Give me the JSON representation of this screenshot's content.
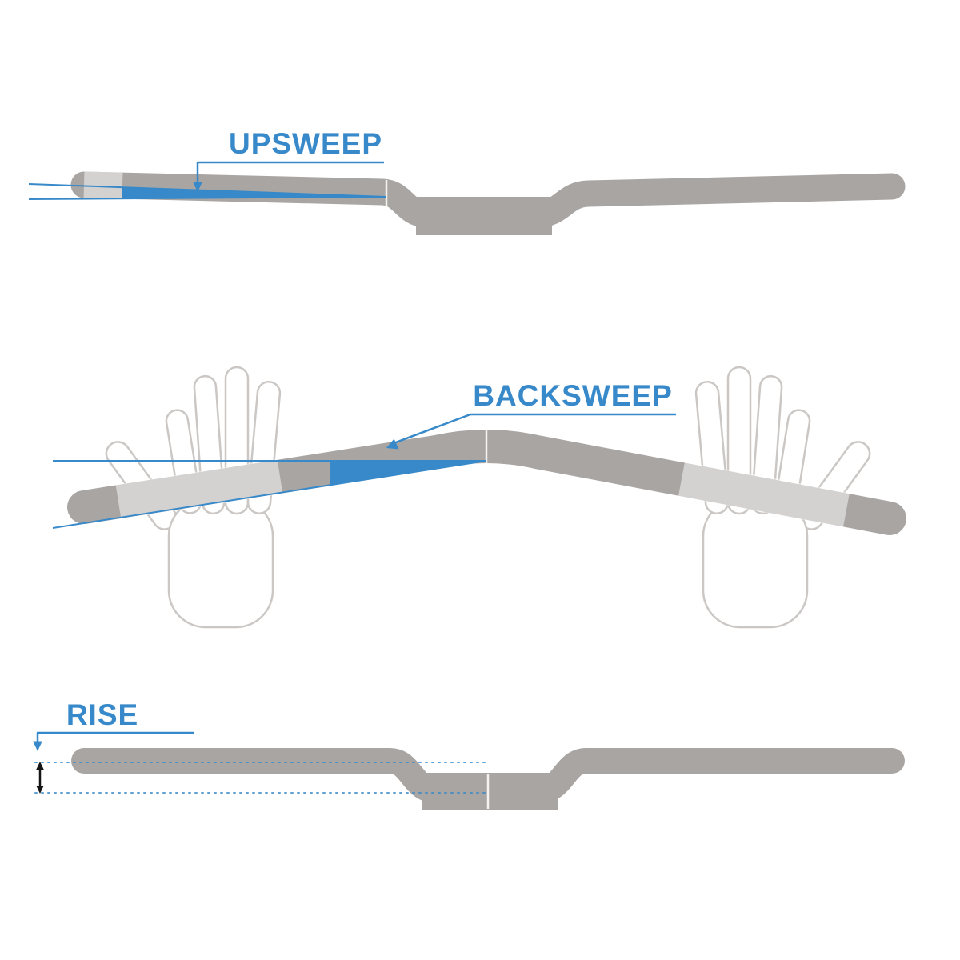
{
  "figure": {
    "type": "technical-diagram",
    "subject": "Bicycle handlebar geometry measurements shown in three views"
  },
  "labels": {
    "upsweep": "UPSWEEP",
    "backsweep": "BACKSWEEP",
    "rise": "RISE"
  },
  "colors": {
    "accent_blue": "#3789c9",
    "bar_gray": "#a9a5a3",
    "hand_outline": "#cac7c5",
    "arrow_black": "#151515"
  }
}
